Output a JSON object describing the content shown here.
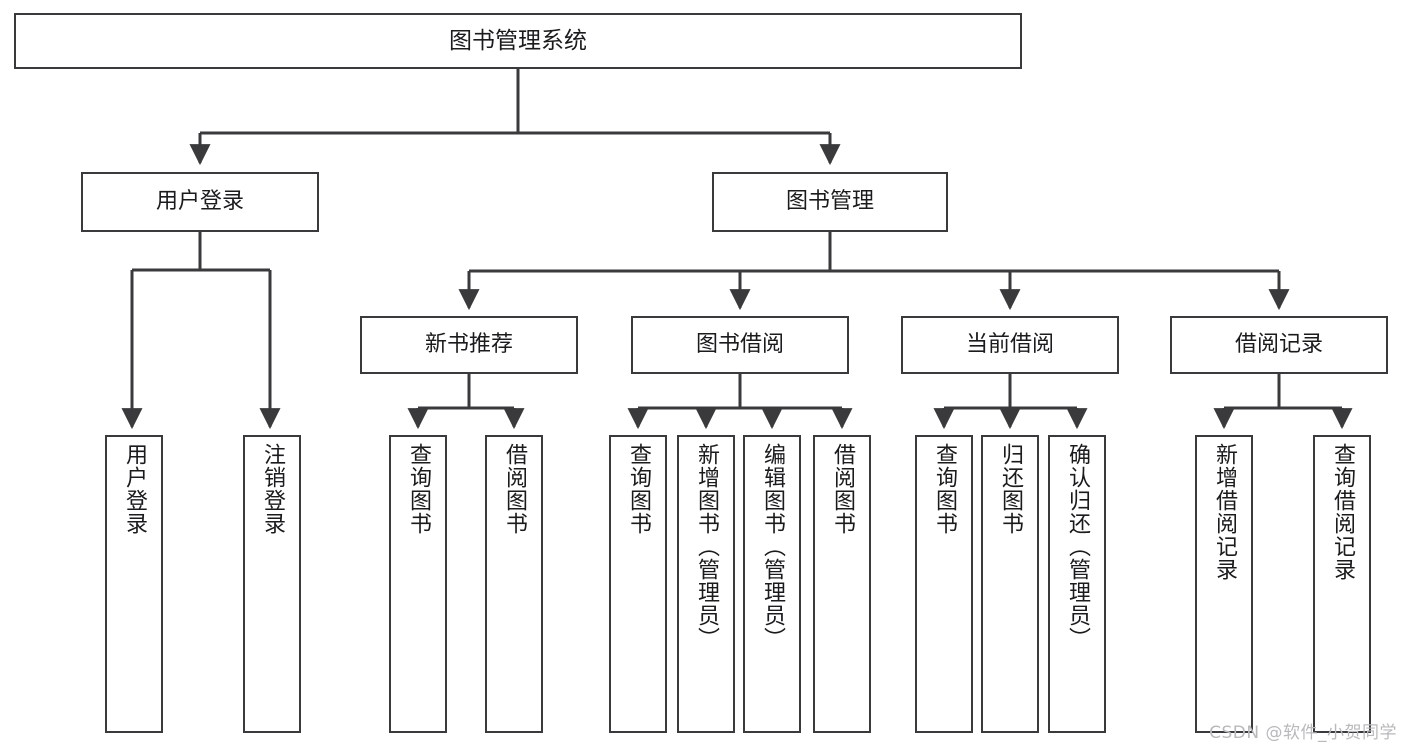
{
  "diagram": {
    "type": "tree-hierarchy",
    "title": "图书管理系统",
    "background_color": "#ffffff",
    "line_color": "#3a3a3c",
    "box_border_color": "#3a3a3c",
    "text_color": "#1b1b1d",
    "root": {
      "id": "root",
      "label": "图书管理系统"
    },
    "level1": [
      {
        "id": "user-login",
        "label": "用户登录"
      },
      {
        "id": "book-mgmt",
        "label": "图书管理"
      }
    ],
    "level2": [
      {
        "id": "new-book-rec",
        "label": "新书推荐",
        "parent": "book-mgmt"
      },
      {
        "id": "book-borrow",
        "label": "图书借阅",
        "parent": "book-mgmt"
      },
      {
        "id": "current-borrow",
        "label": "当前借阅",
        "parent": "book-mgmt"
      },
      {
        "id": "borrow-record",
        "label": "借阅记录",
        "parent": "book-mgmt"
      }
    ],
    "leaves": [
      {
        "id": "leaf-user-login",
        "label": "用户登录",
        "parent": "user-login"
      },
      {
        "id": "leaf-user-logout",
        "label": "注销登录",
        "parent": "user-login"
      },
      {
        "id": "leaf-query-book-1",
        "label": "查询图书",
        "parent": "new-book-rec"
      },
      {
        "id": "leaf-borrow-book-1",
        "label": "借阅图书",
        "parent": "new-book-rec"
      },
      {
        "id": "leaf-query-book-2",
        "label": "查询图书",
        "parent": "book-borrow"
      },
      {
        "id": "leaf-add-book",
        "label": "新增图书（管理员）",
        "parent": "book-borrow"
      },
      {
        "id": "leaf-edit-book",
        "label": "编辑图书（管理员）",
        "parent": "book-borrow"
      },
      {
        "id": "leaf-borrow-book-2",
        "label": "借阅图书",
        "parent": "book-borrow"
      },
      {
        "id": "leaf-query-book-3",
        "label": "查询图书",
        "parent": "current-borrow"
      },
      {
        "id": "leaf-return-book",
        "label": "归还图书",
        "parent": "current-borrow"
      },
      {
        "id": "leaf-confirm-return",
        "label": "确认归还（管理员）",
        "parent": "current-borrow"
      },
      {
        "id": "leaf-add-record",
        "label": "新增借阅记录",
        "parent": "borrow-record"
      },
      {
        "id": "leaf-query-record",
        "label": "查询借阅记录",
        "parent": "borrow-record"
      }
    ]
  },
  "watermark": {
    "text": "CSDN @软件_小贺同学"
  }
}
